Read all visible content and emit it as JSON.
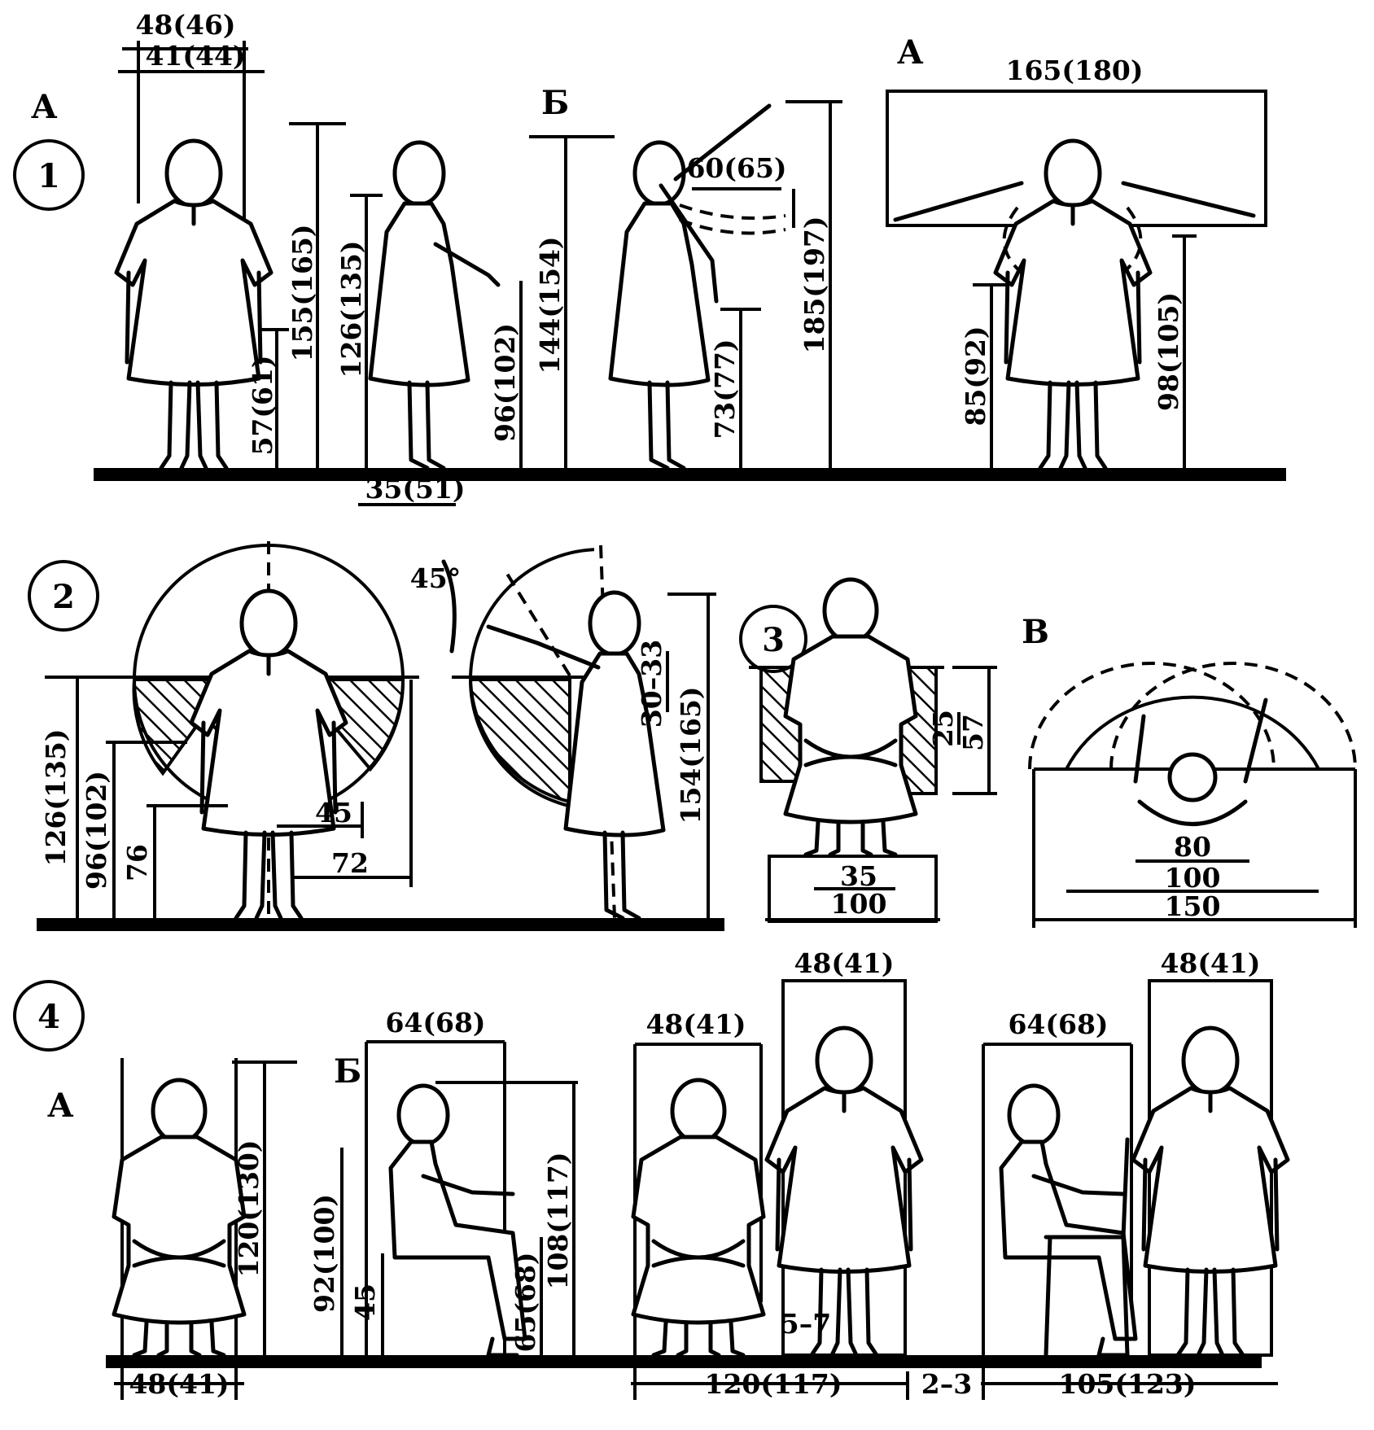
{
  "sections": {
    "s1": "1",
    "s2": "2",
    "s3": "3",
    "s4": "4"
  },
  "labels": {
    "s1_a_left": "А",
    "s1_b": "Б",
    "s1_a_right": "А",
    "s3_v": "В",
    "s4_a": "А",
    "s4_b": "Б"
  },
  "dimensions": {
    "s1": {
      "top_outer_width": "48(46)",
      "top_inner_width": "41(44)",
      "hand_height": "57(61)",
      "reach_height_a": "155(165)",
      "shoulder_height": "126(135)",
      "forward_arm_height": "96(102)",
      "step_depth": "35(51)",
      "head_height_b": "144(154)",
      "reach_depth_b": "60(65)",
      "low_reach_b": "73(77)",
      "overhead_reach_b": "185(197)",
      "arm_span": "165(180)",
      "elbow_height_side": "85(92)",
      "elbow_height_side2": "98(105)"
    },
    "s2": {
      "zone_top": "126(135)",
      "zone_mid": "96(102)",
      "zone_low": "76",
      "radius_inner": "45",
      "radius_outer": "72",
      "angle": "45°",
      "arc_depth": "30–33",
      "side_height": "154(165)"
    },
    "s3": {
      "shelf_small": "25",
      "shelf_total": "57",
      "seat_width": "35",
      "base_width": "100"
    },
    "s3v": {
      "inner": "80",
      "middle": "100",
      "outer": "150"
    },
    "s4": {
      "seated_height": "120(130)",
      "seat_width": "48(41)",
      "reach_width": "64(68)",
      "table_height": "92(100)",
      "seat_height": "45",
      "knee_height": "65(68)",
      "reach_height": "108(117)",
      "box_width_1": "48(41)",
      "standing_box_1": "48(41)",
      "gap": "5–7",
      "pair_depth_1": "120(117)",
      "space": "2–3",
      "box_width_2": "64(68)",
      "standing_box_2": "48(41)",
      "pair_depth_2": "105(123)"
    }
  }
}
